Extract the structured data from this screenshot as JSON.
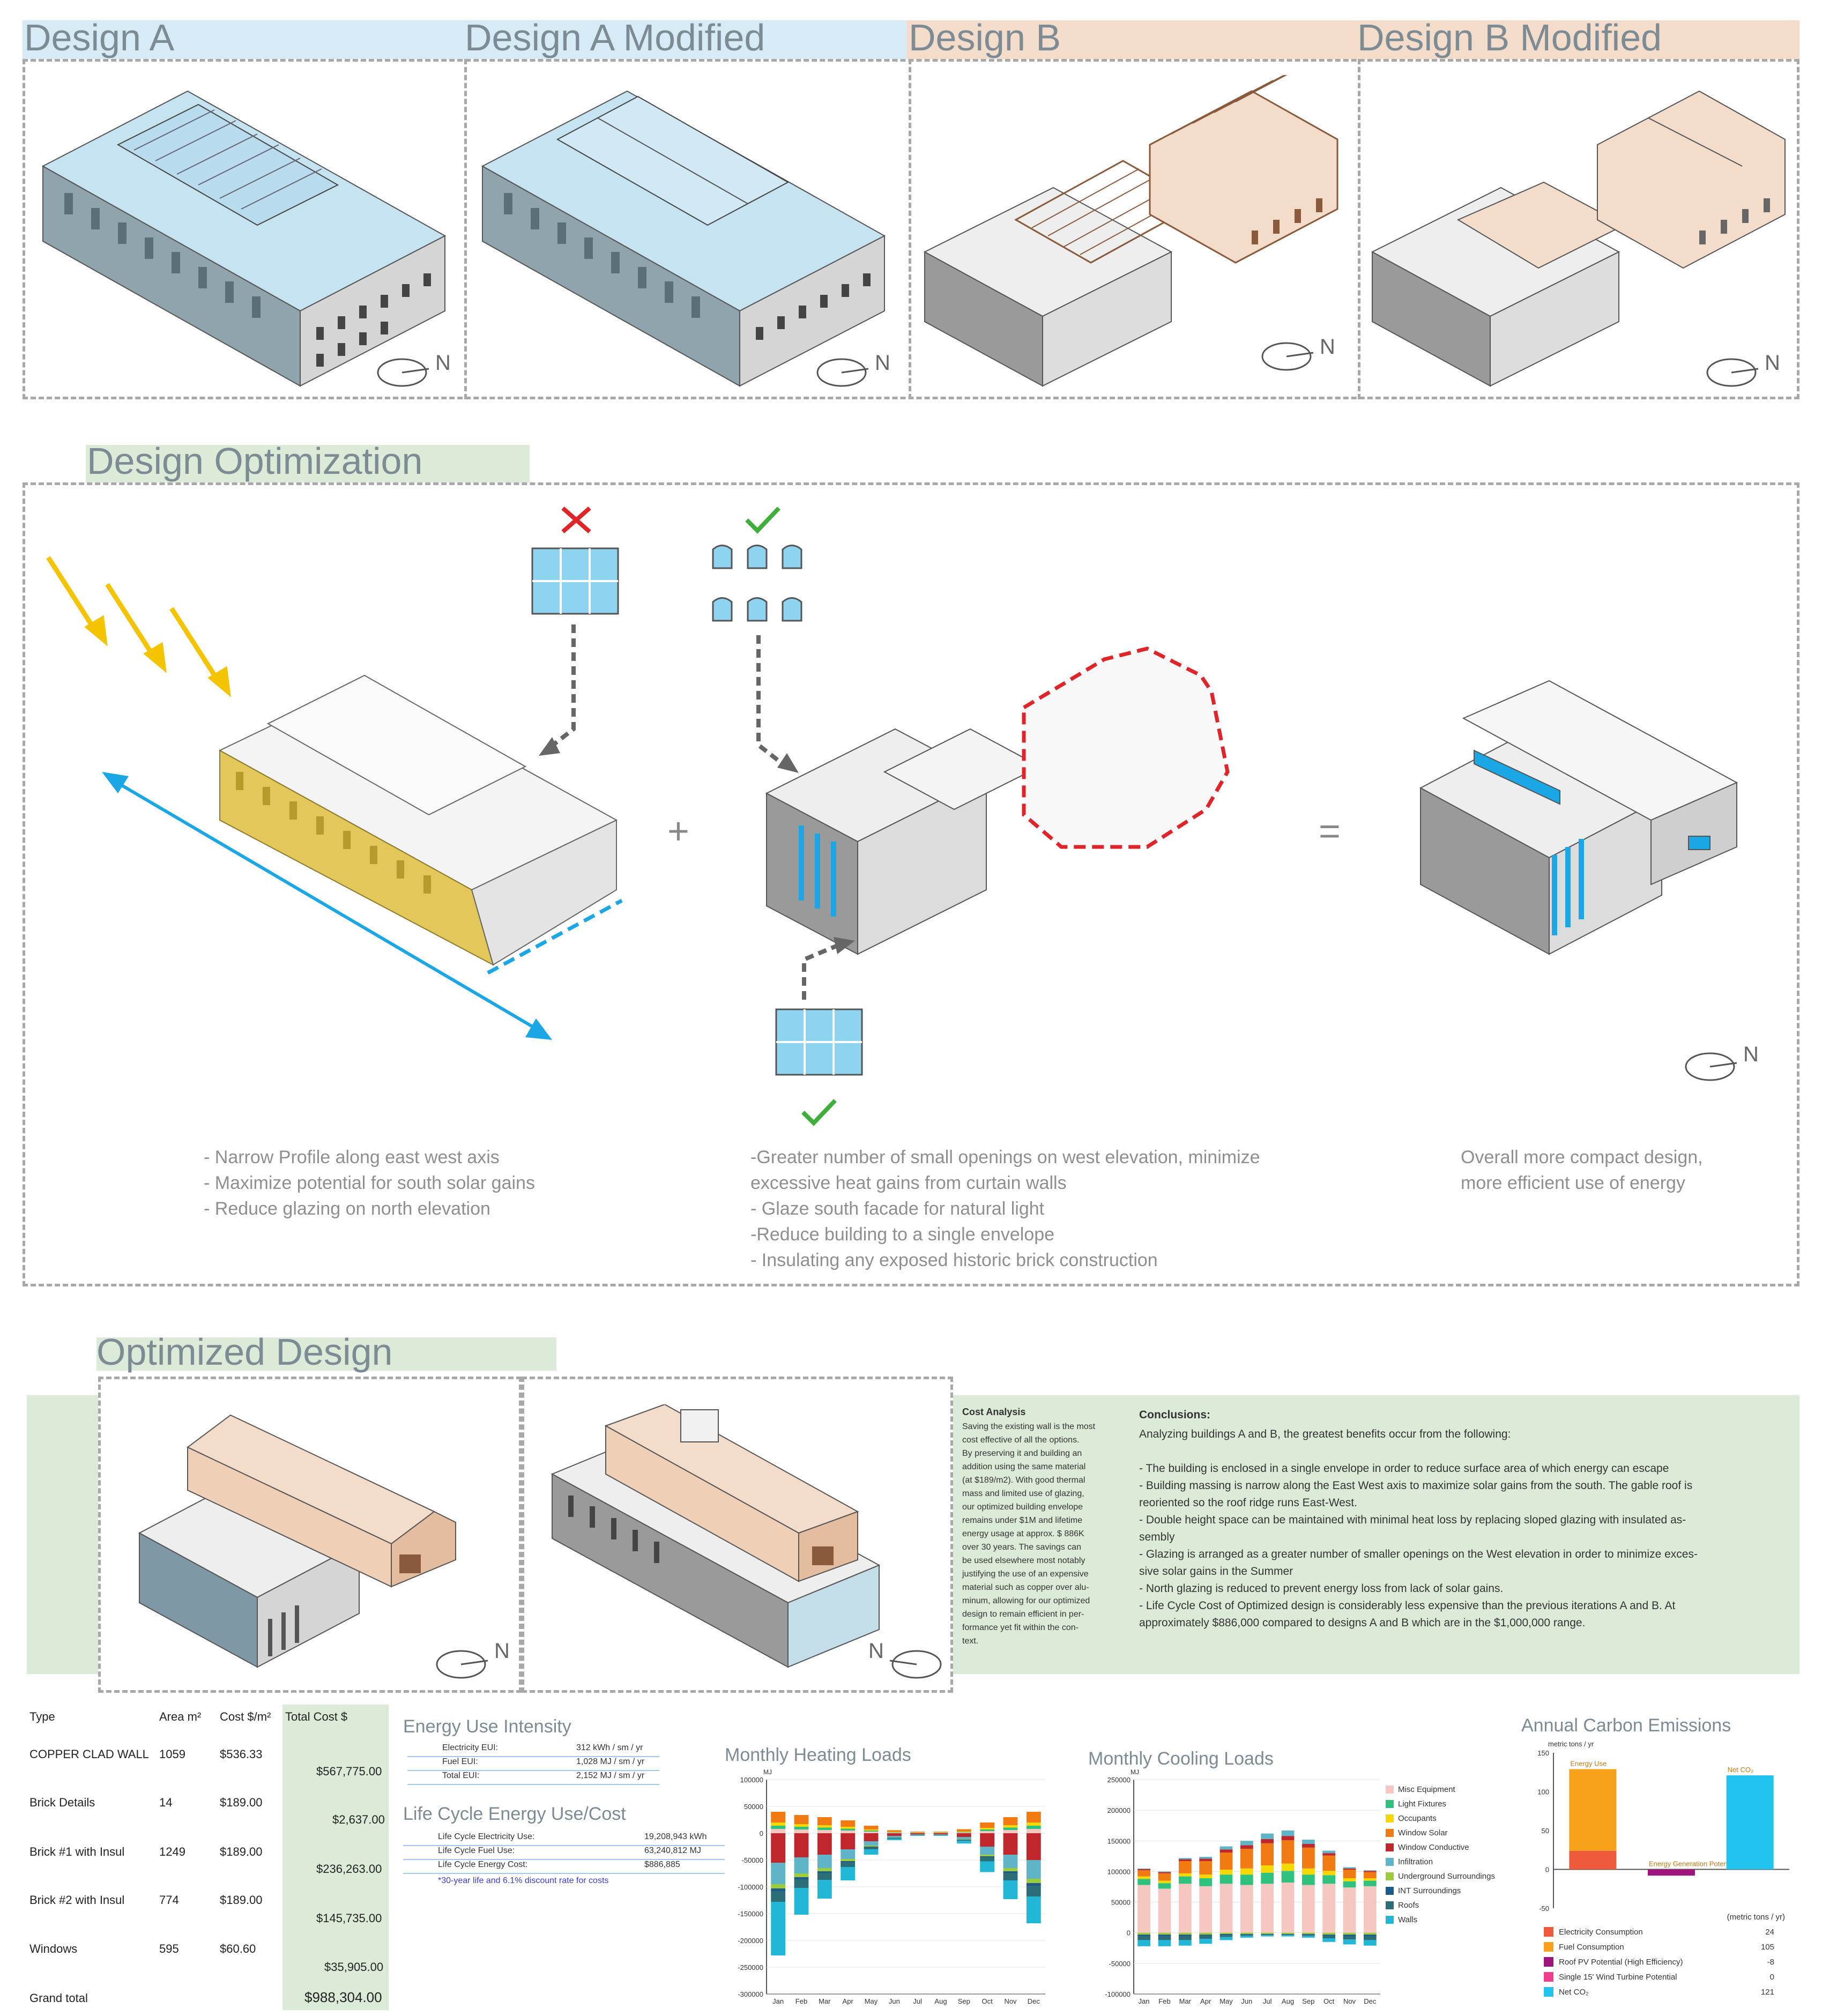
{
  "designs": [
    {
      "title": "Design A"
    },
    {
      "title": "Design A Modified"
    },
    {
      "title": "Design B"
    },
    {
      "title": "Design B Modified"
    }
  ],
  "north_label": "N",
  "optimization": {
    "title": "Design Optimization",
    "plus": "+",
    "equals": "=",
    "left_bullets": [
      "- Narrow Profile along east west axis",
      "- Maximize potential for south solar gains",
      "- Reduce glazing on north elevation"
    ],
    "middle_bullets": [
      "-Greater number of small openings on west elevation, minimize",
      "excessive heat gains from curtain walls",
      "- Glaze south facade for natural light",
      "-Reduce building to a single envelope",
      "- Insulating any exposed historic brick construction"
    ],
    "right_bullets": [
      "Overall more compact design,",
      "more efficient use of energy"
    ]
  },
  "optimized": {
    "title": "Optimized Design",
    "cost_analysis_title": "Cost Analysis",
    "cost_analysis_lines": [
      "Saving the existing wall is the most",
      "cost effective of all the options.",
      "By preserving it and building an",
      "addition using the same material",
      "(at $189/m2). With good thermal",
      "mass and limited use of glazing,",
      "our optimized building envelope",
      "remains under $1M and lifetime",
      "energy usage at approx. $ 886K",
      "over 30 years. The savings can",
      "be used elsewhere most notably",
      "justifying the use of an expensive",
      "material such as copper over alu-",
      "minum, allowing for our optimized",
      "design to remain efficient in per-",
      "formance yet fit within the con-",
      "text."
    ],
    "conclusions_title": "Conclusions:",
    "conclusions_lines": [
      "Analyzing buildings A and B, the greatest benefits occur from the following:",
      "",
      "- The building is enclosed in a single envelope in order to reduce surface area of which energy can escape",
      "- Building massing is narrow along the East West axis to maximize solar gains from the south. The gable roof is",
      "reoriented so the roof ridge runs East-West.",
      "- Double height space can be maintained with minimal heat loss by replacing sloped glazing with insulated as-",
      "sembly",
      "- Glazing is arranged as a greater number of smaller openings on the West elevation in order to minimize exces-",
      "sive solar gains in the Summer",
      "- North glazing is reduced to prevent energy loss from lack of solar gains.",
      "- Life Cycle Cost of Optimized design is considerably less expensive than the previous iterations A and B. At",
      "approximately $886,000 compared to designs A and B which are in the $1,000,000 range."
    ]
  },
  "cost_table": {
    "headers": [
      "Type",
      "Area m²",
      "Cost $/m²",
      "Total Cost $"
    ],
    "rows": [
      {
        "type": "COPPER CLAD WALL",
        "area": "1059",
        "cost": "$536.33",
        "total": "$567,775.00"
      },
      {
        "type": "Brick Details",
        "area": "14",
        "cost": "$189.00",
        "total": "$2,637.00"
      },
      {
        "type": "Brick #1 with Insul",
        "area": "1249",
        "cost": "$189.00",
        "total": "$236,263.00"
      },
      {
        "type": "Brick #2 with Insul",
        "area": "774",
        "cost": "$189.00",
        "total": "$145,735.00"
      },
      {
        "type": "Windows",
        "area": "595",
        "cost": "$60.60",
        "total": "$35,905.00"
      }
    ],
    "grand_total_label": "Grand total",
    "grand_total": "$988,304.00"
  },
  "eui": {
    "title": "Energy Use Intensity",
    "rows": [
      {
        "label": "Electricity EUI:",
        "value": "312 kWh / sm / yr"
      },
      {
        "label": "Fuel EUI:",
        "value": "1,028 MJ / sm / yr"
      },
      {
        "label": "Total EUI:",
        "value": "2,152 MJ / sm / yr"
      }
    ]
  },
  "lifecycle": {
    "title": "Life Cycle Energy Use/Cost",
    "rows": [
      {
        "label": "Life Cycle Electricity Use:",
        "value": "19,208,943 kWh"
      },
      {
        "label": "Life Cycle Fuel Use:",
        "value": "63,240,812 MJ"
      },
      {
        "label": "Life Cycle Energy Cost:",
        "value": "$886,885"
      }
    ],
    "note": "*30-year life and 6.1% discount rate for costs"
  },
  "chart_data": [
    {
      "type": "bar",
      "title": "Monthly Heating Loads",
      "ylabel": "MJ",
      "ylim": [
        -300000,
        100000
      ],
      "yticks": [
        100000,
        50000,
        0,
        -50000,
        -100000,
        -150000,
        -200000,
        -250000,
        -300000
      ],
      "categories": [
        "Jan",
        "Feb",
        "Mar",
        "Apr",
        "May",
        "Jun",
        "Jul",
        "Aug",
        "Sep",
        "Oct",
        "Nov",
        "Dec"
      ],
      "stacked": true,
      "series": [
        {
          "name": "Misc Equipment",
          "color": "#f6c6c0",
          "values": [
            8000,
            7000,
            6000,
            5000,
            3000,
            1000,
            500,
            500,
            1500,
            4000,
            6000,
            8000
          ]
        },
        {
          "name": "Light Fixtures",
          "color": "#2ec27e",
          "values": [
            6000,
            5000,
            4500,
            3500,
            2000,
            800,
            400,
            400,
            1000,
            3000,
            4500,
            6000
          ]
        },
        {
          "name": "Occupants",
          "color": "#f5d800",
          "values": [
            6000,
            5000,
            4500,
            3500,
            2000,
            800,
            400,
            400,
            1000,
            3000,
            4500,
            6000
          ]
        },
        {
          "name": "Window Solar",
          "color": "#f27a12",
          "values": [
            20000,
            17000,
            15000,
            12000,
            7000,
            3000,
            1500,
            1500,
            4000,
            10000,
            15000,
            20000
          ]
        },
        {
          "name": "Window Conductive",
          "color": "#c0272d",
          "values": [
            -55000,
            -45000,
            -40000,
            -30000,
            -15000,
            -5000,
            -2000,
            -2000,
            -7000,
            -25000,
            -40000,
            -50000
          ]
        },
        {
          "name": "Infiltration",
          "color": "#5fb4c8",
          "values": [
            -40000,
            -30000,
            -25000,
            -18000,
            -8000,
            -3000,
            -1000,
            -1000,
            -4000,
            -15000,
            -25000,
            -35000
          ]
        },
        {
          "name": "Underground Surroundings",
          "color": "#9ccc3c",
          "values": [
            -8000,
            -7000,
            -6000,
            -4000,
            -2000,
            -500,
            -200,
            -200,
            -800,
            -3000,
            -6000,
            -8000
          ]
        },
        {
          "name": "INT Surroundings",
          "color": "#1d5c8a",
          "values": [
            -5000,
            -4000,
            -3000,
            -2000,
            -1000,
            -300,
            -100,
            -100,
            -400,
            -1500,
            -3000,
            -5000
          ]
        },
        {
          "name": "Roofs",
          "color": "#2c6e78",
          "values": [
            -20000,
            -16000,
            -13000,
            -9000,
            -4000,
            -1200,
            -500,
            -500,
            -2000,
            -8000,
            -14000,
            -20000
          ]
        },
        {
          "name": "Walls",
          "color": "#22b7d6",
          "values": [
            -100000,
            -50000,
            -35000,
            -25000,
            -10000,
            -3000,
            -1000,
            -1000,
            -5000,
            -20000,
            -35000,
            -50000
          ]
        }
      ]
    },
    {
      "type": "bar",
      "title": "Monthly Cooling Loads",
      "ylabel": "MJ",
      "ylim": [
        -100000,
        250000
      ],
      "yticks": [
        250000,
        200000,
        150000,
        100000,
        50000,
        0,
        -50000,
        -100000
      ],
      "categories": [
        "Jan",
        "Feb",
        "Mar",
        "Apr",
        "May",
        "Jun",
        "Jul",
        "Aug",
        "Sep",
        "Oct",
        "Nov",
        "Dec"
      ],
      "stacked": true,
      "series": [
        {
          "name": "Misc Equipment",
          "color": "#f6c6c0",
          "values": [
            78000,
            72000,
            80000,
            76000,
            80000,
            78000,
            80000,
            82000,
            78000,
            80000,
            74000,
            76000
          ]
        },
        {
          "name": "Light Fixtures",
          "color": "#2ec27e",
          "values": [
            10000,
            9000,
            12000,
            13000,
            15000,
            17000,
            18000,
            19000,
            17000,
            14000,
            10000,
            9000
          ]
        },
        {
          "name": "Occupants",
          "color": "#f5d800",
          "values": [
            4000,
            4000,
            5000,
            6000,
            8000,
            10000,
            12000,
            12000,
            10000,
            7000,
            5000,
            4000
          ]
        },
        {
          "name": "Window Solar",
          "color": "#f27a12",
          "values": [
            10000,
            12000,
            20000,
            22000,
            28000,
            32000,
            36000,
            38000,
            34000,
            25000,
            14000,
            10000
          ]
        },
        {
          "name": "Window Conductive",
          "color": "#c0272d",
          "values": [
            2000,
            2000,
            3000,
            4000,
            5000,
            6000,
            7000,
            7000,
            6000,
            4000,
            2000,
            2000
          ]
        },
        {
          "name": "Infiltration",
          "color": "#5fb4c8",
          "values": [
            1000,
            1000,
            2000,
            3000,
            5000,
            7000,
            9000,
            9000,
            7000,
            4000,
            2000,
            1000
          ]
        },
        {
          "name": "Underground Surroundings",
          "color": "#9ccc3c",
          "values": [
            -3000,
            -3000,
            -3000,
            -3000,
            -2000,
            -2000,
            -2000,
            -2000,
            -2000,
            -3000,
            -3000,
            -3000
          ]
        },
        {
          "name": "INT Surroundings",
          "color": "#1d5c8a",
          "values": [
            -3000,
            -3000,
            -3000,
            -2000,
            -2000,
            -1000,
            -1000,
            -1000,
            -1000,
            -2000,
            -3000,
            -3000
          ]
        },
        {
          "name": "Roofs",
          "color": "#2c6e78",
          "values": [
            -6000,
            -6000,
            -6000,
            -5000,
            -3000,
            -2000,
            -1000,
            -1000,
            -2000,
            -4000,
            -5000,
            -6000
          ]
        },
        {
          "name": "Walls",
          "color": "#22b7d6",
          "values": [
            -10000,
            -10000,
            -9000,
            -8000,
            -5000,
            -3000,
            -2000,
            -2000,
            -3000,
            -6000,
            -8000,
            -9000
          ]
        }
      ]
    },
    {
      "type": "bar",
      "title": "Annual Carbon Emissions",
      "ylabel": "metric tons / yr",
      "ylim": [
        -50,
        150
      ],
      "yticks": [
        150,
        100,
        50,
        0,
        -50
      ],
      "categories": [
        "Energy Use",
        "Energy Generation Potential",
        "Net CO₂"
      ],
      "stacked": true,
      "series": [
        {
          "name": "Electricity Consumption",
          "color": "#f05a3c",
          "values": [
            24,
            0,
            0
          ]
        },
        {
          "name": "Fuel Consumption",
          "color": "#f7a21a",
          "values": [
            105,
            0,
            0
          ]
        },
        {
          "name": "Roof PV Potential (High Efficiency)",
          "color": "#a0147d",
          "values": [
            0,
            -8,
            0
          ]
        },
        {
          "name": "Single 15' Wind Turbine Potential",
          "color": "#ee3f8f",
          "values": [
            0,
            0,
            0
          ]
        },
        {
          "name": "Net CO₂",
          "color": "#22c4ef",
          "values": [
            0,
            0,
            121
          ]
        }
      ],
      "legend_header": "(metric tons / yr)",
      "legend_values": [
        "24",
        "105",
        "-8",
        "0",
        "121"
      ]
    }
  ]
}
